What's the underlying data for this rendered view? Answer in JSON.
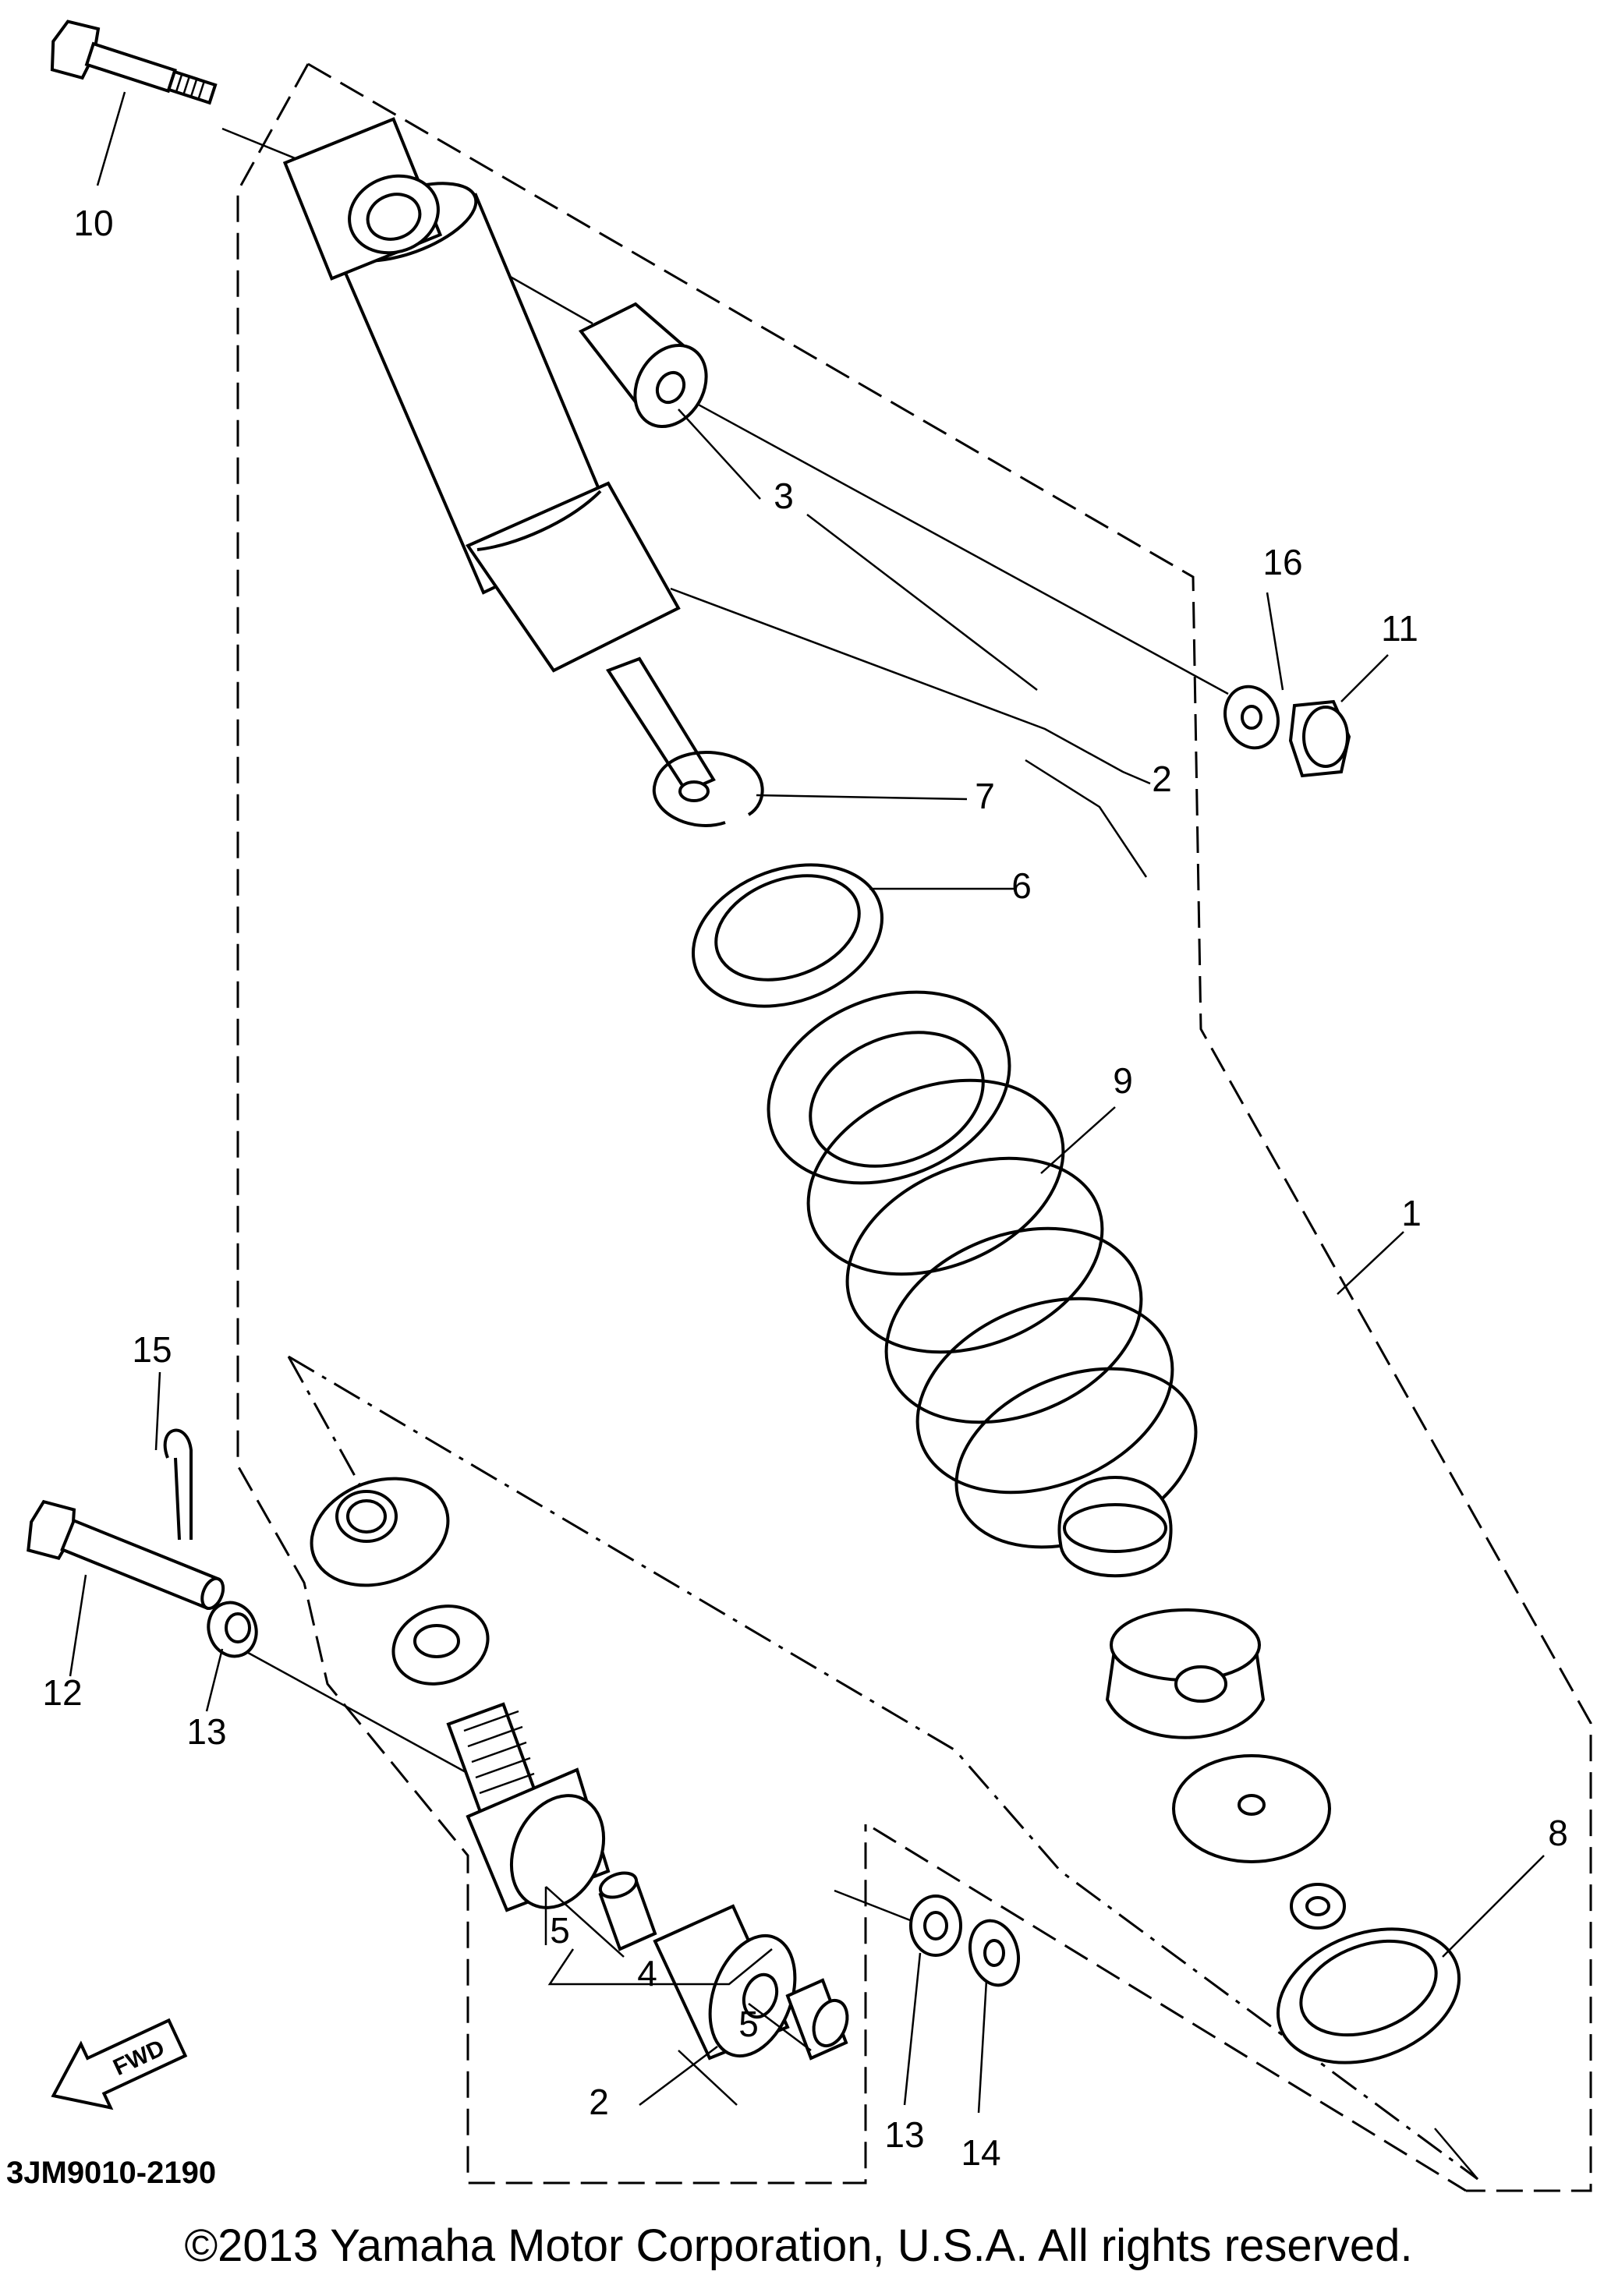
{
  "callouts": {
    "c1": "1",
    "c2_top": "2",
    "c2_bottom": "2",
    "c3": "3",
    "c4": "4",
    "c5_left": "5",
    "c5_right": "5",
    "c6": "6",
    "c7": "7",
    "c8": "8",
    "c9": "9",
    "c10": "10",
    "c11": "11",
    "c12": "12",
    "c13_left": "13",
    "c13_right": "13",
    "c14": "14",
    "c15": "15",
    "c16": "16"
  },
  "fwd_label": "FWD",
  "diagram_code": "3JM9010-2190",
  "copyright": "©2013 Yamaha Motor Corporation, U.S.A. All rights reserved.",
  "colors": {
    "line": "#000000",
    "background": "#ffffff"
  }
}
